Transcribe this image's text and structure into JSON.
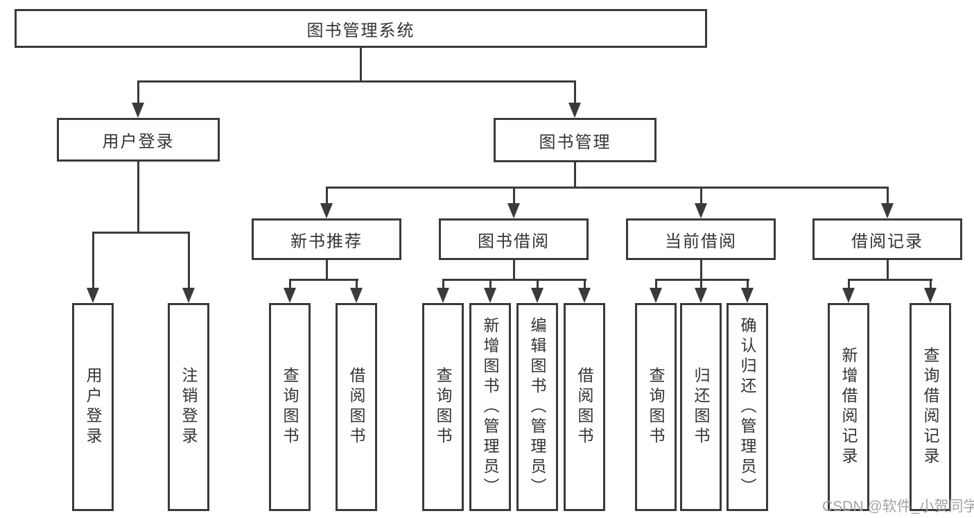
{
  "diagram": {
    "title_node": "图书管理系统",
    "nodes": {
      "root": "图书管理系统",
      "user_login": "用户登录",
      "book_mgmt": "图书管理",
      "new_book_rec": "新书推荐",
      "book_borrow": "图书借阅",
      "current_borrow": "当前借阅",
      "borrow_records": "借阅记录",
      "leaf_user_login": "用户登录",
      "leaf_logout": "注销登录",
      "rec_query_books": "查询图书",
      "rec_borrow_books": "借阅图书",
      "bor_query_books": "查询图书",
      "bor_add_books": "新增图书（管理员）",
      "bor_edit_books": "编辑图书（管理员）",
      "bor_borrow_books": "借阅图书",
      "cur_query_books": "查询图书",
      "cur_return_books": "归还图书",
      "cur_confirm_return": "确认归还（管理员）",
      "rcd_add_record": "新增借阅记录",
      "rcd_query_record": "查询借阅记录"
    },
    "colors": {
      "line": "#3a3a3a",
      "text": "#333333",
      "background": "#ffffff",
      "watermark": "#a3a3a3"
    }
  },
  "watermark": {
    "text": "CSDN @软件_小贺同学"
  }
}
